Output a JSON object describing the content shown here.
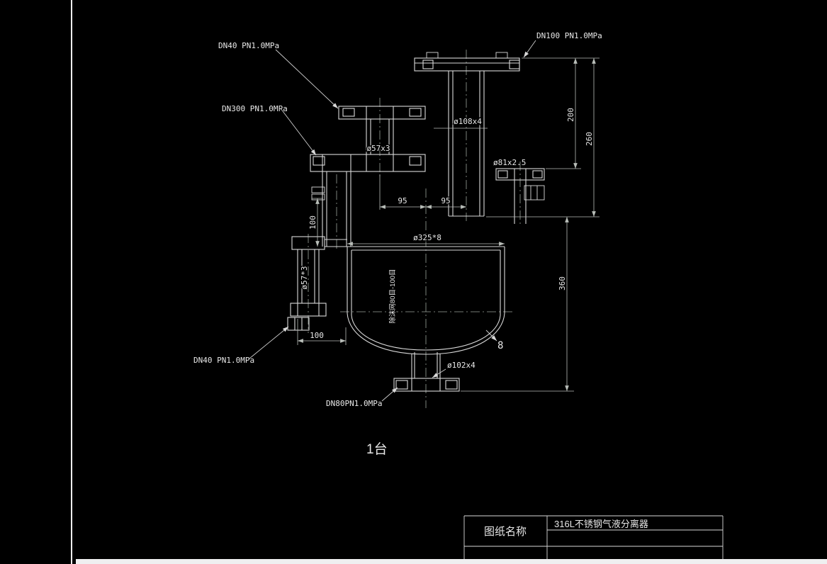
{
  "canvas": {
    "background": "#000000",
    "line_color": "#d9d9d9",
    "dim_color": "#b8bdb8",
    "text_color": "#e8e8e8"
  },
  "callouts": {
    "dn40_top": "DN40 PN1.0MPa",
    "dn100_top": "DN100 PN1.0MPa",
    "dn300_top": "DN300 PN1.0MPa",
    "dn40_side": "DN40 PN1.0MPa",
    "dn80_bottom": "DN80PN1.0MPa"
  },
  "dimensions": {
    "pipe_top_center": "ø108x4",
    "pipe_top_left": "ø57x3",
    "pipe_top_right": "ø81x2.5",
    "vertical_200": "200",
    "vertical_260": "260",
    "left_95": "95",
    "right_95": "95",
    "nozzle_height_100": "100",
    "shell": "ø325*8",
    "side_pipe": "ø57*3",
    "vertical_360": "360",
    "offset_100": "100",
    "pipe_bottom": "ø102x4",
    "head_thickness": "8"
  },
  "annotations": {
    "demister_note": "除沫网80目-100目",
    "quantity": "1台"
  },
  "title_block": {
    "name_label": "图纸名称",
    "name_value": "316L不锈钢气液分离器"
  }
}
